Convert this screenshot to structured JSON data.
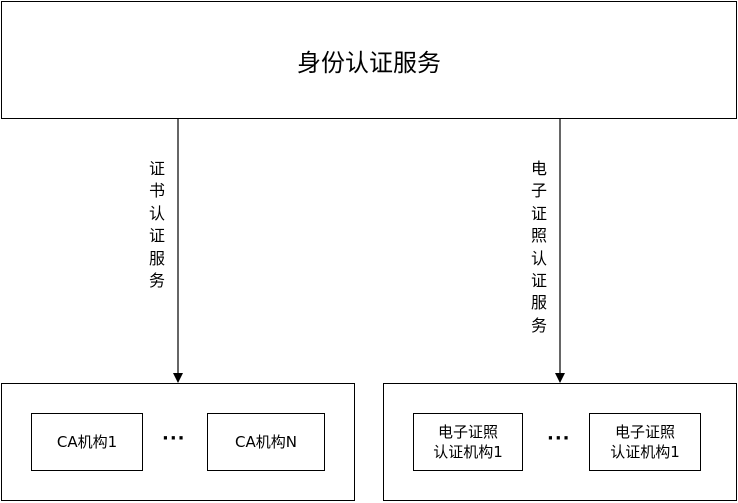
{
  "top": {
    "label": "身份认证服务"
  },
  "left_link": {
    "label": "证书认证服务"
  },
  "right_link": {
    "label": "电子证照认证服务"
  },
  "left_group": {
    "first": "CA机构1",
    "ellipsis": "···",
    "last": "CA机构N"
  },
  "right_group": {
    "first_line1": "电子证照",
    "first_line2": "认证机构1",
    "ellipsis": "···",
    "last_line1": "电子证照",
    "last_line2": "认证机构1"
  }
}
